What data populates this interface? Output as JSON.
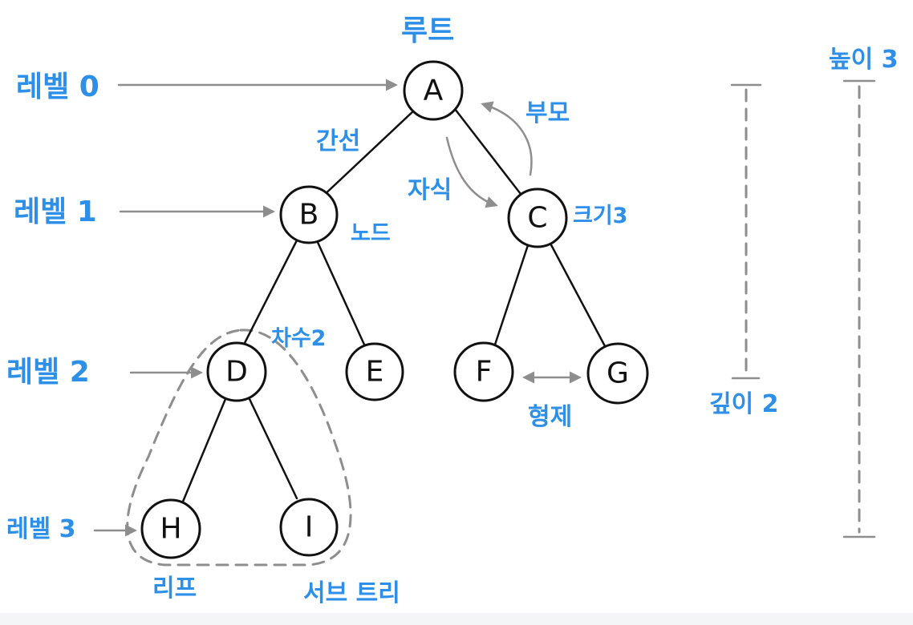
{
  "colors": {
    "label": "#2d8fe8",
    "line": "#111111",
    "annotation": "#8e8e8e"
  },
  "nodes": {
    "A": "A",
    "B": "B",
    "C": "C",
    "D": "D",
    "E": "E",
    "F": "F",
    "G": "G",
    "H": "H",
    "I": "I"
  },
  "labels": {
    "root": "루트",
    "level0": "레벨 0",
    "level1": "레벨 1",
    "level2": "레벨 2",
    "level3": "레벨 3",
    "edge": "간선",
    "node": "노드",
    "parent": "부모",
    "child": "자식",
    "size": "크기3",
    "degree": "차수2",
    "sibling": "형제",
    "leaf": "리프",
    "subtree": "서브 트리",
    "depth": "깊이 2",
    "height": "높이 3"
  }
}
